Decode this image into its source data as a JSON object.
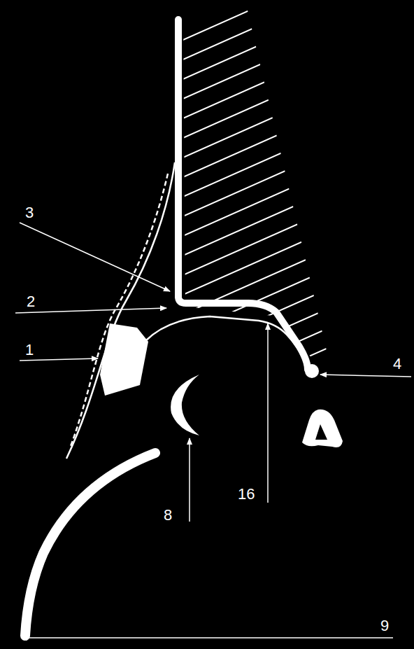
{
  "diagram": {
    "labels": [
      "3",
      "2",
      "1",
      "4",
      "8",
      "16",
      "9"
    ]
  }
}
